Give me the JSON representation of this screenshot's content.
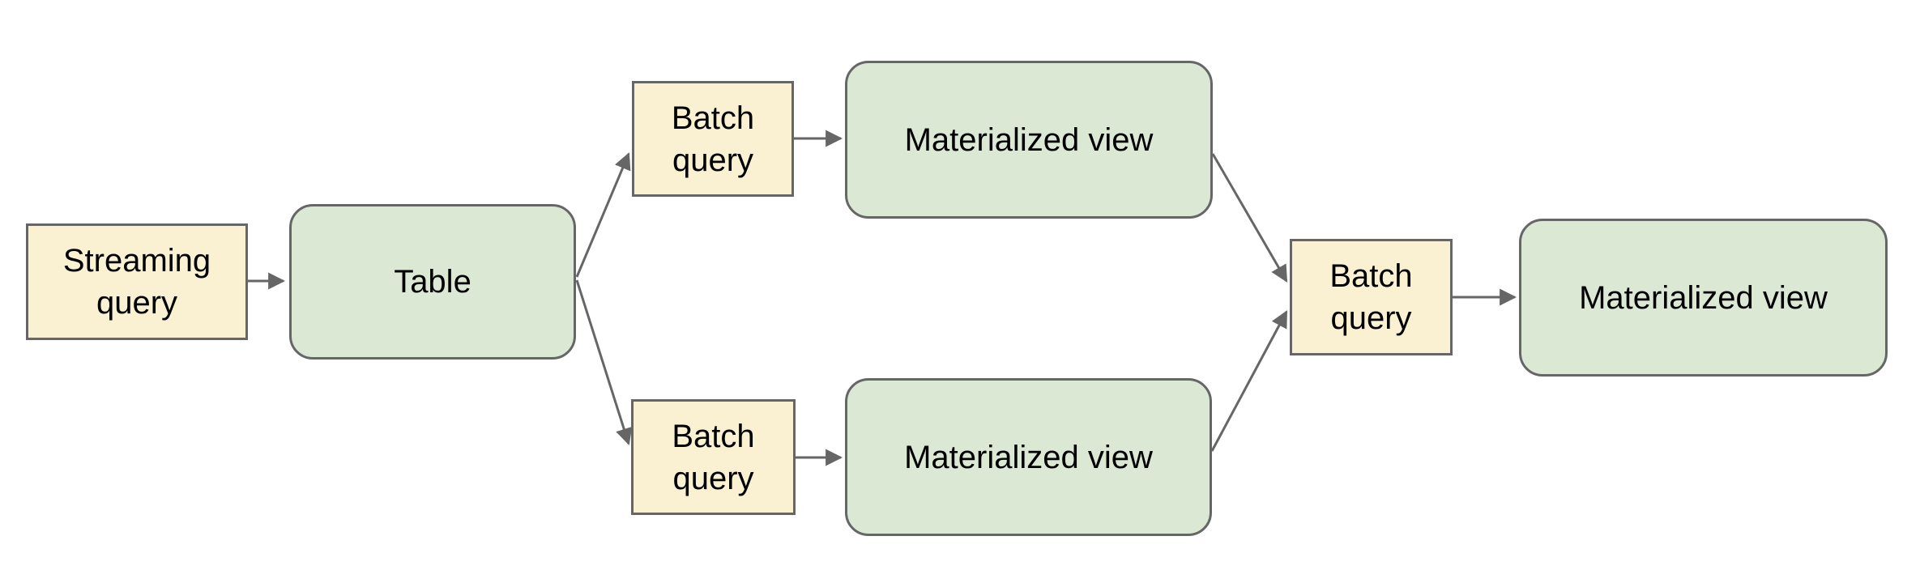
{
  "diagram": {
    "background_color": "#ffffff",
    "colors": {
      "query_box_fill": "#faf0d2",
      "storage_box_fill": "#dbe8d4",
      "border": "#666666",
      "arrow": "#666666",
      "text": "#000000"
    },
    "nodes": {
      "streaming_query": {
        "label": "Streaming query",
        "kind": "query"
      },
      "table": {
        "label": "Table",
        "kind": "storage"
      },
      "batch_query_top": {
        "label": "Batch query",
        "kind": "query"
      },
      "materialized_view_top": {
        "label": "Materialized view",
        "kind": "storage"
      },
      "batch_query_bottom": {
        "label": "Batch query",
        "kind": "query"
      },
      "materialized_view_bottom": {
        "label": "Materialized view",
        "kind": "storage"
      },
      "batch_query_right": {
        "label": "Batch query",
        "kind": "query"
      },
      "materialized_view_right": {
        "label": "Materialized view",
        "kind": "storage"
      }
    },
    "edges": [
      {
        "from": "streaming_query",
        "to": "table"
      },
      {
        "from": "table",
        "to": "batch_query_top"
      },
      {
        "from": "table",
        "to": "batch_query_bottom"
      },
      {
        "from": "batch_query_top",
        "to": "materialized_view_top"
      },
      {
        "from": "batch_query_bottom",
        "to": "materialized_view_bottom"
      },
      {
        "from": "materialized_view_top",
        "to": "batch_query_right"
      },
      {
        "from": "materialized_view_bottom",
        "to": "batch_query_right"
      },
      {
        "from": "batch_query_right",
        "to": "materialized_view_right"
      }
    ]
  }
}
